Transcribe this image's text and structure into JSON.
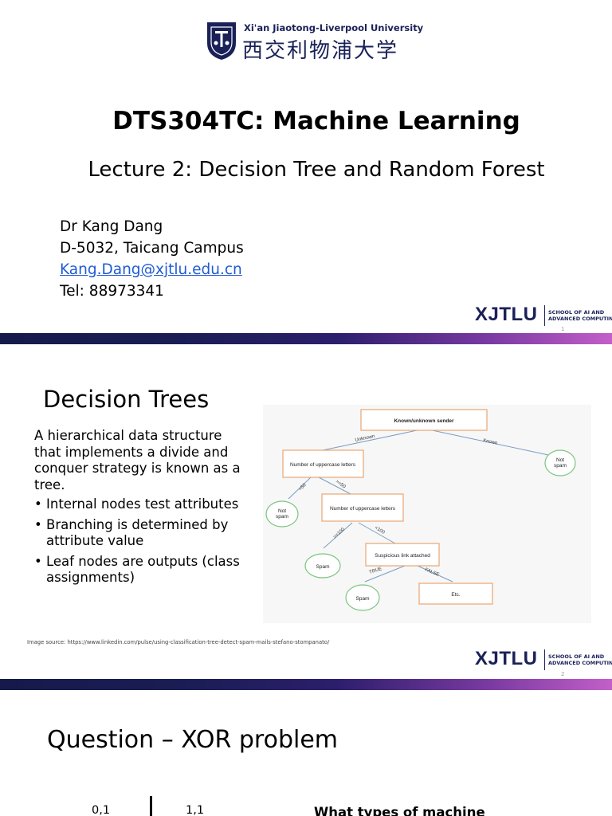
{
  "slide1": {
    "university_en": "Xi'an Jiaotong-Liverpool University",
    "university_zh": "西交利物浦大学",
    "course_title": "DTS304TC: Machine Learning",
    "lecture_title": "Lecture 2: Decision Tree and Random Forest",
    "contact": {
      "name": "Dr Kang Dang",
      "office": "D-5032, Taicang Campus",
      "email": "Kang.Dang@xjtlu.edu.cn",
      "tel": "Tel: 88973341"
    },
    "brand": "XJTLU",
    "school_line1": "SCHOOL OF AI AND",
    "school_line2": "ADVANCED COMPUTING",
    "page_number": "1"
  },
  "slide2": {
    "title": "Decision Trees",
    "intro": "A hierarchical data structure that implements a divide and conquer strategy is known as a tree.",
    "bullets": [
      "Internal nodes test attributes",
      "Branching is determined by attribute value",
      "Leaf nodes are outputs (class assignments)"
    ],
    "image_source": "Image source: https://www.linkedin.com/pulse/using-classification-tree-detect-spam-mails-stefano-stompanato/",
    "tree": {
      "root": "Known/unknown sender",
      "edge_unknown": "Unknown",
      "edge_known": "Known",
      "node_upper1": "Number of uppercase letters",
      "edge_lt50": "<50",
      "edge_gte50": ">=50",
      "leaf_notspam1": "Not spam",
      "leaf_notspam2": "Not spam",
      "node_upper2": "Number of uppercase letters",
      "edge_gte100": ">=100",
      "edge_lt100": "<100",
      "leaf_spam1": "Spam",
      "node_link": "Suspicious link attached",
      "edge_true": "TRUE",
      "edge_false": "FALSE",
      "leaf_spam2": "Spam",
      "leaf_etc": "Etc."
    },
    "brand": "XJTLU",
    "school_line1": "SCHOOL OF AI AND",
    "school_line2": "ADVANCED COMPUTING",
    "page_number": "2"
  },
  "slide3": {
    "title": "Question – XOR problem",
    "point_a": "0,1",
    "point_b": "1,1",
    "question": "What types of machine"
  },
  "colors": {
    "navy": "#1a2158",
    "node_border": "#e8a772",
    "leaf_border": "#7cc47e",
    "edge": "#7a9cc6",
    "link": "#1f5bd6"
  }
}
